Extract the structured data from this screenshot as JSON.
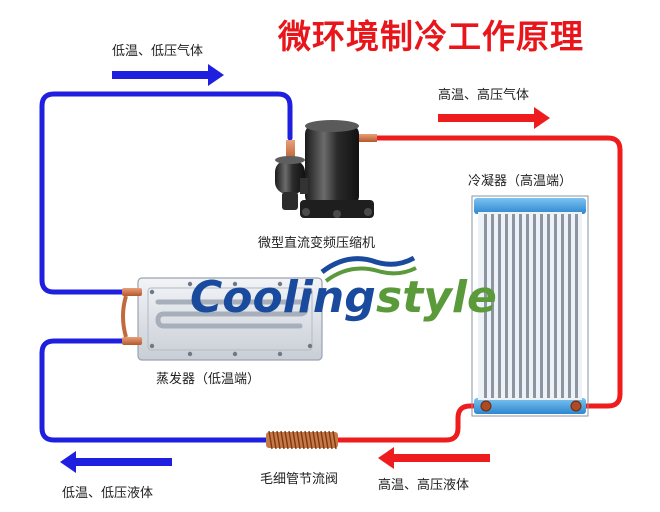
{
  "title": "微环境制冷工作原理",
  "labels": {
    "low_temp_low_pressure_gas": "低温、低压气体",
    "high_temp_high_pressure_gas": "高温、高压气体",
    "compressor": "微型直流变频压缩机",
    "condenser": "冷凝器（高温端）",
    "evaporator": "蒸发器（低温端）",
    "capillary": "毛细管节流阀",
    "high_temp_high_pressure_liquid": "高温、高压液体",
    "low_temp_low_pressure_liquid": "低温、低压液体"
  },
  "watermark": {
    "part1": "Cooling",
    "part2": "style"
  },
  "colors": {
    "title": "#e8151b",
    "low_pressure_pipe": "#1f1fe0",
    "high_pressure_pipe": "#ee1c1c",
    "watermark_blue": "#1a4a9e",
    "watermark_green": "#5a9a3a"
  },
  "icons": {
    "compressor": "compressor-icon",
    "condenser": "condenser-coil-icon",
    "evaporator": "evaporator-plate-icon",
    "capillary": "capillary-coil-icon"
  }
}
